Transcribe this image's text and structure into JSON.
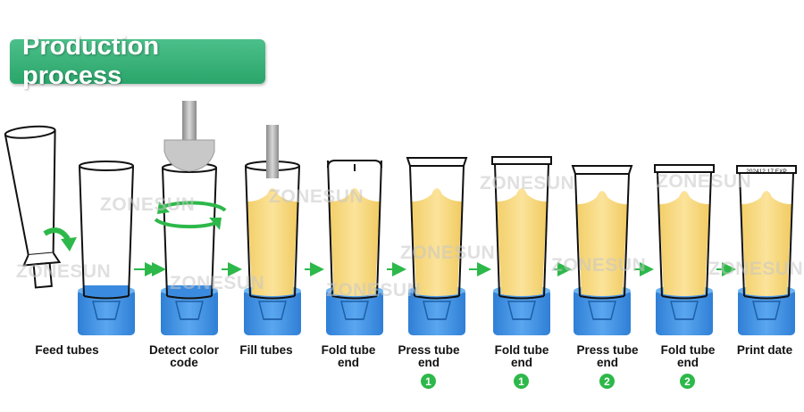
{
  "title": "Production process",
  "watermark_text": "ZONESUN",
  "colors": {
    "accent": "#2aa56a",
    "arrow": "#2db84a",
    "cream": "#f9df85",
    "holder": "#3a8be0"
  },
  "steps": [
    {
      "label": "Feed tubes",
      "badge": ""
    },
    {
      "label": "Detect color code",
      "badge": ""
    },
    {
      "label": "Fill tubes",
      "badge": ""
    },
    {
      "label": "Fold tube end",
      "badge": ""
    },
    {
      "label": "Press tube end",
      "badge": "1"
    },
    {
      "label": "Fold tube end",
      "badge": "1"
    },
    {
      "label": "Press tube end",
      "badge": "2"
    },
    {
      "label": "Fold tube end",
      "badge": "2"
    },
    {
      "label": "Print date",
      "badge": ""
    }
  ],
  "print_code": "202412 17 EXP"
}
